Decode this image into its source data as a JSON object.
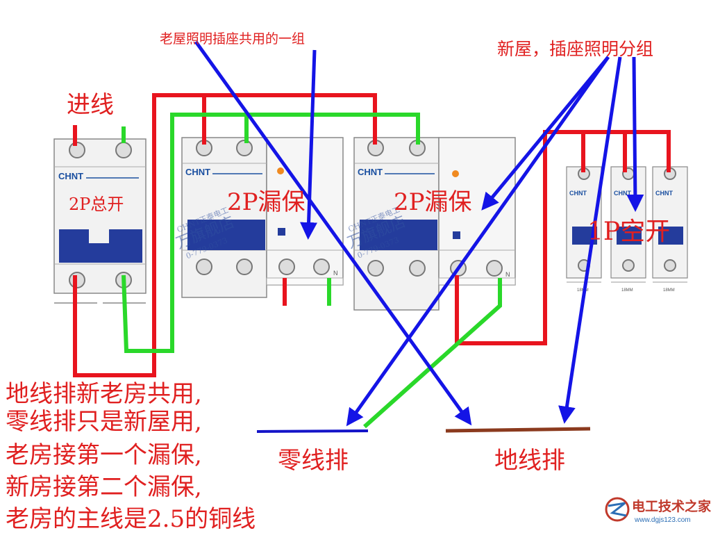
{
  "labels": {
    "incoming": "进线",
    "old_house_group": "老屋照明插座共用的一组",
    "new_house_group": "新屋，插座照明分组",
    "main_switch": "2P总开",
    "rcd_1": "2P漏保",
    "rcd_2": "2P漏保",
    "breaker_1p": "1P空开",
    "neutral_bar": "零线排",
    "earth_bar": "地线排"
  },
  "notes": [
    "地线排新老房共用,",
    "零线排只是新屋用,",
    "老房接第一个漏保,",
    "新房接第二个漏保,",
    "老房的主线是2.5的铜线"
  ],
  "device": {
    "brand": "CHNT",
    "n_mark": "N",
    "size_mark": "18MM"
  },
  "watermark": {
    "shop_line1": "CHNT正泰电工",
    "shop_line2": "万旗舰店",
    "shop_line3": "0-779-0373",
    "site_name": "电工技术之家",
    "site_url": "www.dgjs123.com"
  },
  "colors": {
    "live": "#e8141e",
    "neutral": "#2ad82a",
    "pointer": "#1414e6",
    "neutral_bar": "#1414c8",
    "earth_bar": "#8b3a1e",
    "breaker_blue": "#243c9c",
    "label_red": "#e02020"
  }
}
